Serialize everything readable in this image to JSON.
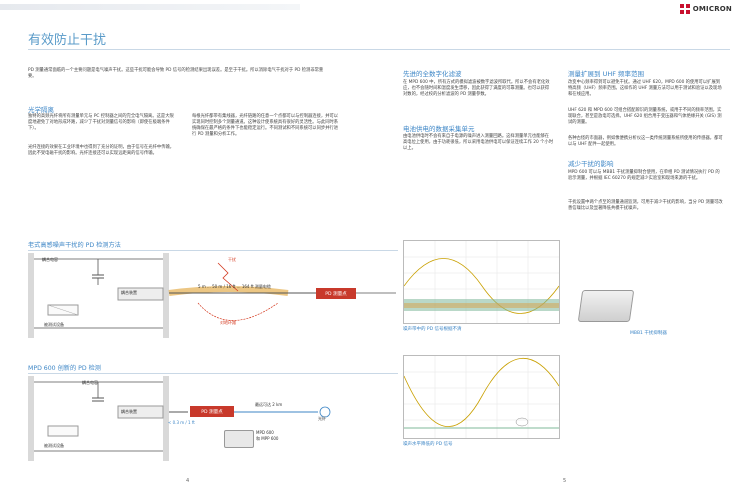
{
  "brand": {
    "name": "OMICRON",
    "accent": "#c8102e",
    "heading_color": "#3d86c6"
  },
  "title": "有效防止干扰",
  "left": {
    "intro": "PD 测量通常面临的一个主要问题是电气噪声干扰。这些干扰可能会导致 PD 信号的检测结果出现误差。是至于干扰。所以消除电气干扰对于 PD 检测非常重要。",
    "h1": "光学隔离",
    "col1_p1": "独特的高频光纤将所有测量单元与 PC 控制器之间的完全电气隔离。这是大限度地避免了对地形成环路，减少了干扰对测量信号的影响（即使在极端条件下）。",
    "col1_p2": "光纤连接的效果在工业环境中也得到了充分的证明，由于信号在光纤中传输，因此不受电磁干扰的影响。光纤连接还可以实现远距离的信号传输。",
    "col2_p1": "每根光纤都带有集线器，光纤链路的任意一个点都可以与控制器连接，并可以实现同时控制多个测量通道。这种设计使系统具有很好的灵活性。与此同时系统确保在最严格的条件下也能稳定运行。不同测试和不同系统可以同步并行进行 PD 测量和分析工作。",
    "fig1_title": "老式高感噪声干扰的 PD 检测方法",
    "fig2_title": "MPD 600 创新的 PD 检测",
    "fig1": {
      "coupling_cap": "耦合电容",
      "coupling_device": "耦合装置",
      "interference": "干扰",
      "cable": "5 m ... 50 m / 16 ft ... 164 ft 测量电缆",
      "pd_unit": "PD 测量点",
      "test_object": "被测试设备",
      "loop": "对地环路"
    },
    "fig2": {
      "coupling_cap": "耦合电容",
      "coupling_device": "耦合装置",
      "distance": "最远可达 2 km",
      "fiber": "光纤",
      "pd_unit": "PD 测量点",
      "test_object": "被测试设备",
      "short_cable": "< 0.3 m / 1 ft",
      "product": "MPD 600\n和 MPP 600"
    },
    "page": "4"
  },
  "right": {
    "h_filter": "先进的全数字化滤波",
    "filter_text": "在 MPD 600 中，所有方式的模拟滤波被数字滤波所取代。所以不会有老化效应，也不会随时间和温度发生漂移，因此获得了满度的可靠测量。也可以获得对数的，经过校的分析滤波的 PD 测量参数。",
    "h_sync": "电池供电的数据采集单元",
    "sync_text": "由电池供电时不会有来自于电源的噪声进入测量回路。这样测量单元也能够在高电位上使用，由于功耗很低，所以采用电池供电可以保证连续工作 20 个小时以上。",
    "h_uhf": "测量扩展到 UHF 频率范围",
    "uhf_p1": "改变中心频率得到可以避免干扰。通过 UHF 620，MPD 600 的使用可以扩展到特高频（UHF）频率范围。这样作的 UHF 测量方法可以用于测试和验证以及现场和在线应用。",
    "uhf_p2": "UHF 620 和 MPD 600 可组合搭配辨识的测量系统，或用于不同的频率范围，实现联合，甚至是放电可选择。UHF 620 组合用于变压器和气体绝缘开关 (GIS) 测试的测量。",
    "uhf_p3": "各种古怪的市面器，例如像便携分析仪这一类传统测量系统所使用的传感器，都可以与 UHF 配件一起使用。",
    "h_reduce": "减少干扰的影响",
    "reduce_p1": "MPD 600 可以与 MBB1 干扰测量抑制合使用，在单相 PD 测试情况执行 PD 的验示测量，并根据 IEC 60270 的规定减少实验室和现场来源的干扰。",
    "reduce_p2": "干扰设置中两个点至的测量通道监测，可用于减少干扰的影响，当分 PD 测量可改善信噪比以及显著降低共模干扰噪声。",
    "scope1_caption": "噪声带中的 PD 信号根据不清",
    "scope2_caption": "噪声水平降低的 PD 信号",
    "device_caption": "MBB1 干扰抑制器",
    "page": "5"
  }
}
